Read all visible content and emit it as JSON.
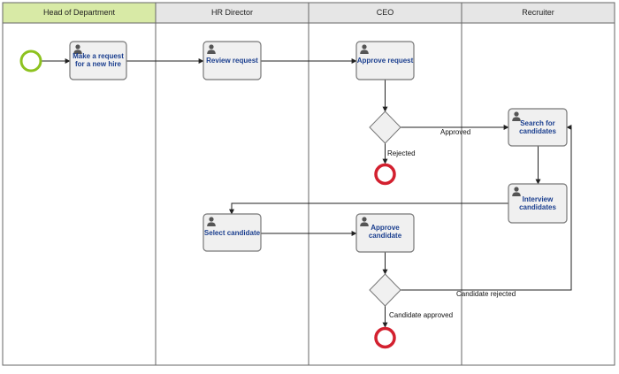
{
  "lanes": [
    {
      "id": "hod",
      "title": "Head of Department",
      "highlight": true
    },
    {
      "id": "hr",
      "title": "HR Director",
      "highlight": false
    },
    {
      "id": "ceo",
      "title": "CEO",
      "highlight": false
    },
    {
      "id": "rec",
      "title": "Recruiter",
      "highlight": false
    }
  ],
  "tasks": {
    "make_request": [
      "Make a request",
      "for a new hire"
    ],
    "review_request": [
      "Review request"
    ],
    "approve_request": [
      "Approve request"
    ],
    "search_candidates": [
      "Search for",
      "candidates"
    ],
    "interview_candidates": [
      "Interview",
      "candidates"
    ],
    "select_candidate": [
      "Select candidate"
    ],
    "approve_candidate": [
      "Approve",
      "candidate"
    ]
  },
  "flow_labels": {
    "approved": "Approved",
    "rejected": "Rejected",
    "candidate_rejected": "Candidate rejected",
    "candidate_approved": "Candidate approved"
  },
  "colors": {
    "lane_header_highlight": "#d8eaa6",
    "lane_header": "#e6e6e6",
    "start_event": "#8dc21f",
    "end_event": "#d3202f",
    "task_fill": "#f0f0f0",
    "task_text": "#1b3f8f"
  },
  "icons": {
    "task_icon": "user-icon"
  }
}
